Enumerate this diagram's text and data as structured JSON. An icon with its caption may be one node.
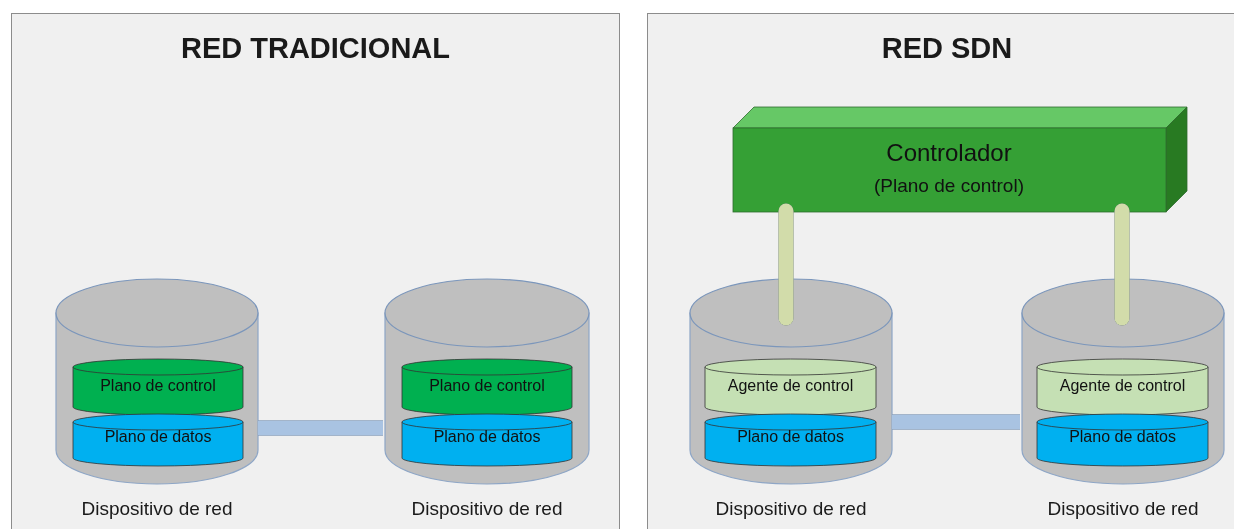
{
  "diagram": {
    "nodes": [
      {
        "text": [
          "RED TRADICIONAL"
        ]
      },
      {
        "text": [],
        "shape": "cylinder",
        "in": 0,
        "beside": [
          "Dispositivo de red"
        ]
      },
      {
        "text": [
          "Plano de control"
        ],
        "in": 1
      },
      {
        "text": [
          "Plano de datos"
        ],
        "in": 1
      },
      {
        "text": [],
        "shape": "cylinder",
        "in": 0,
        "beside": [
          "Dispositivo de red"
        ]
      },
      {
        "text": [
          "Plano de control"
        ],
        "in": 4
      },
      {
        "text": [
          "Plano de datos"
        ],
        "in": 4
      },
      {
        "text": [
          "RED SDN"
        ]
      },
      {
        "text": [
          "Controlador",
          "(Plano de control)"
        ],
        "in": 7
      },
      {
        "text": [],
        "shape": "cylinder",
        "in": 7,
        "beside": [
          "Dispositivo de red"
        ]
      },
      {
        "text": [
          "Agente de control"
        ],
        "in": 9
      },
      {
        "text": [
          "Plano de datos"
        ],
        "in": 9
      },
      {
        "text": [],
        "shape": "cylinder",
        "in": 7,
        "beside": [
          "Dispositivo de red"
        ]
      },
      {
        "text": [
          "Agente de control"
        ],
        "in": 12
      },
      {
        "text": [
          "Plano de datos"
        ],
        "in": 12
      }
    ],
    "edges": [
      {
        "from": 1,
        "to": 4,
        "arrow": "none",
        "color": "#a9c3e2"
      },
      {
        "from": 8,
        "to": 9,
        "arrow": "none",
        "color": "#d2dcaa"
      },
      {
        "from": 8,
        "to": 12,
        "arrow": "none",
        "color": "#d2dcaa"
      },
      {
        "from": 9,
        "to": 12,
        "arrow": "none",
        "color": "#a9c3e2"
      }
    ]
  }
}
